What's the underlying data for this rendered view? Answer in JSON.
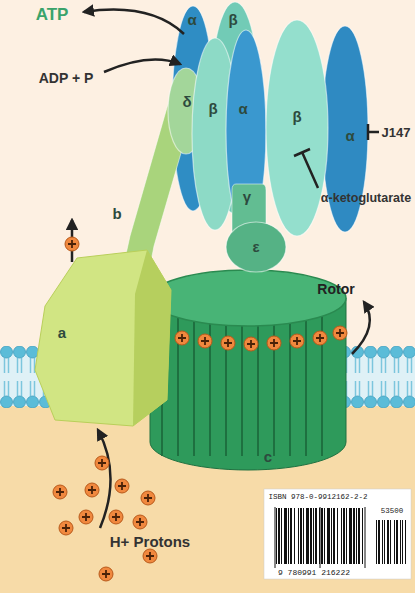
{
  "diagram": {
    "nodes": [
      {
        "text": [
          "α"
        ]
      },
      {
        "text": [
          "β"
        ]
      },
      {
        "text": [
          "δ"
        ]
      },
      {
        "text": [
          "β"
        ]
      },
      {
        "text": [
          "α"
        ]
      },
      {
        "text": [
          "β"
        ]
      },
      {
        "text": [
          "α"
        ]
      },
      {
        "text": [
          "b"
        ]
      },
      {
        "text": [
          "γ"
        ]
      },
      {
        "text": [
          "ε"
        ]
      },
      {
        "text": [
          "a"
        ]
      },
      {
        "text": [
          "c"
        ]
      }
    ],
    "labels": [
      "ATP",
      "ADP + P",
      "J147",
      "α-ketoglutarate",
      "Rotor",
      "H+ Protons",
      "ISBN 978-0-9912162-2-2",
      "53500",
      "9 780991 216222"
    ]
  }
}
